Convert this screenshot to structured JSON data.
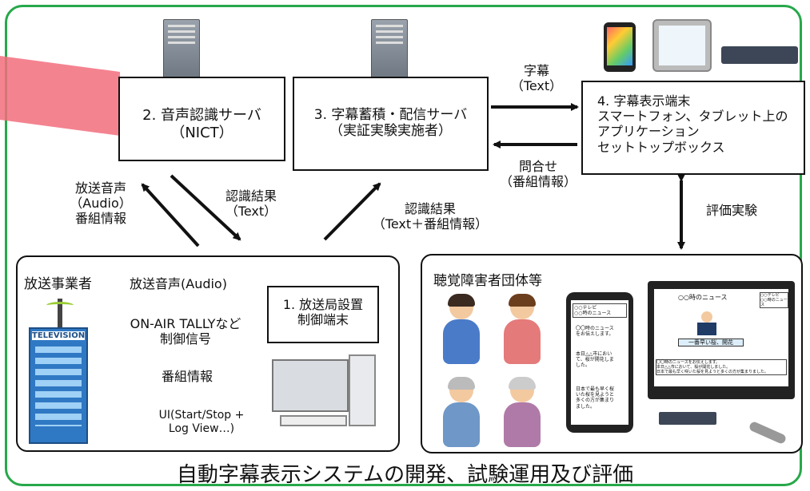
{
  "boxes": {
    "speech_server": "2. 音声認識サーバ\n（NICT）",
    "caption_server": "3. 字幕蓄積・配信サーバ\n（実証実験実施者）",
    "display_terminal": "4. 字幕表示端末\nスマートフォン、タブレット上の\nアプリケーション\nセットトップボックス",
    "broadcaster_group": "放送事業者",
    "control_terminal": "1. 放送局設置\n制御端末",
    "hearing_group": "聴覚障害者団体等"
  },
  "arrows": {
    "caption": "字幕\n（Text）",
    "inquiry": "問合せ\n（番組情報）",
    "audio_left": "放送音声\n（Audio）\n番組情報",
    "result_text": "認識結果\n（Text）",
    "result_text_program": "認識結果\n（Text＋番組情報）",
    "evaluation": "評価実験",
    "broadcast_audio": "放送音声(Audio)",
    "control_signal": "ON-AIR TALLYなど\n制御信号",
    "program_info": "番組情報",
    "ui": "UI(Start/Stop +\nLog View…)"
  },
  "tv_label": "TELEVISION",
  "phone_screen": {
    "header": "○○テレビ\n○○時のニュース",
    "para1": "〇〇時のニュース\nをお伝えします。",
    "para2": "本日△△市におい\nて、桜が開花しま\nした。",
    "para3": "日本で最も早く桜\nいた桜を見ようと\n多くの方が集まり\nました。"
  },
  "tv_screen": {
    "title": "○○時のニュース",
    "channel": "○○テレビ\n○○時のニュース",
    "banner": "一番早い桜、開花",
    "subtitle": "〇〇時のニュースをお伝えします。\n本日△△市において、桜が開花しました。\n日本で最も早く咲いた桜を見ようと多くの方が集まりました。"
  },
  "footer_title": "自動字幕表示システムの開発、試験運用及び評価",
  "colors": {
    "frame": "#27a84a",
    "beam": "#f26d7d"
  }
}
